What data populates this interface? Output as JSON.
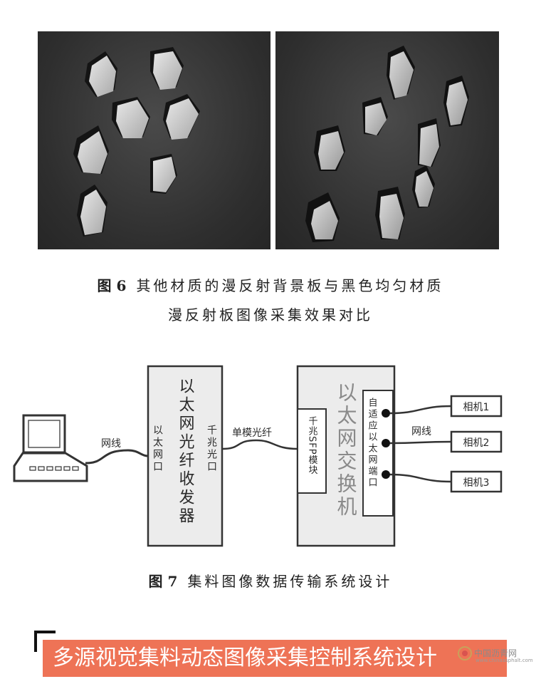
{
  "figure6": {
    "number": "图 6",
    "caption_line1": "其他材质的漫反射背景板与黑色均匀材质",
    "caption_line2": "漫反射板图像采集效果对比"
  },
  "figure7": {
    "number": "图 7",
    "caption": "集料图像数据传输系统设计",
    "labels": {
      "cable_left": "网线",
      "transceiver_port_left": "以太网口",
      "transceiver_title": "以太网光纤收发器",
      "transceiver_port_right": "千兆光口",
      "fiber": "单模光纤",
      "sfp_module": "千兆SFP模块",
      "switch_title": "以太网交换机",
      "switch_ports": "自适应以太网端口",
      "cable_right": "网线",
      "camera1": "相机1",
      "camera2": "相机2",
      "camera3": "相机3"
    }
  },
  "banner": {
    "title": "多源视觉集料动态图像采集控制系统设计"
  },
  "watermark": {
    "name": "中国沥青网",
    "url": "www.chinaasphalt.com"
  },
  "colors": {
    "banner_bg": "#ee7356",
    "box_fill": "#ebebeb",
    "photo_bg": "#2e2e2e"
  }
}
